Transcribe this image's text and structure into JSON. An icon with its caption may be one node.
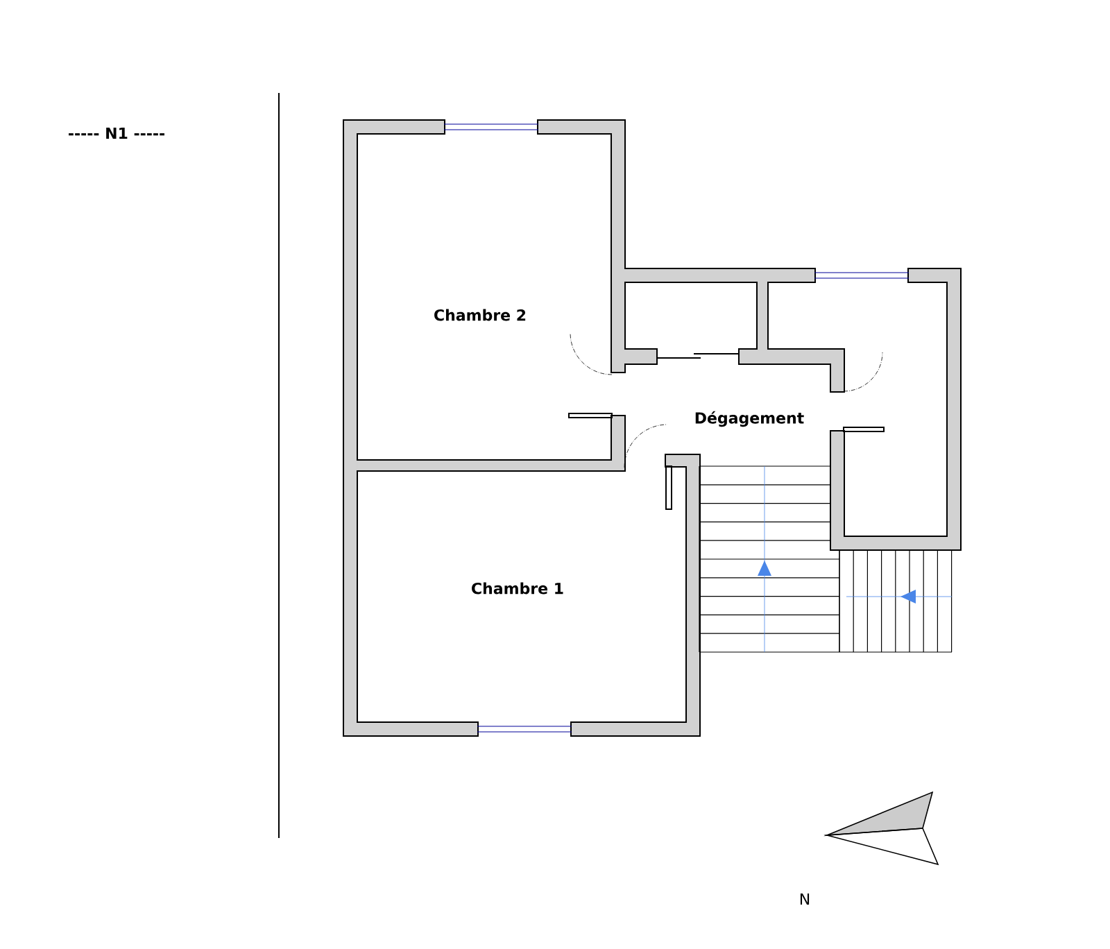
{
  "diagram": {
    "labels": [
      "----- N1 -----",
      "Chambre 2",
      "Dégagement",
      "Chambre 1",
      "N"
    ]
  }
}
